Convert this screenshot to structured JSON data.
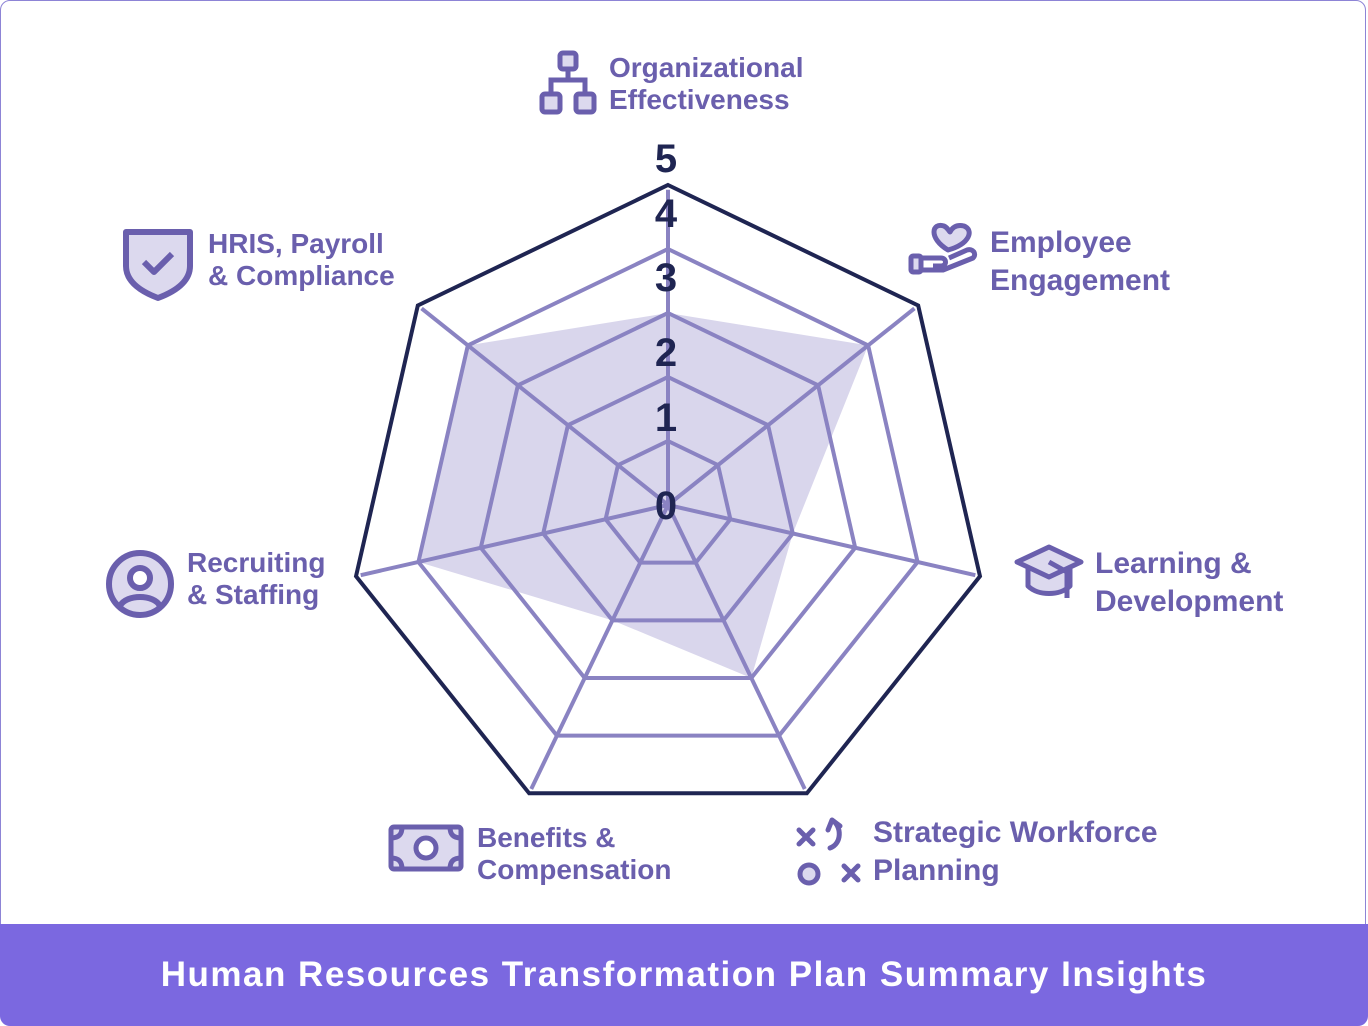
{
  "chart_data": {
    "type": "radar",
    "title": "Human Resources Transformation Plan Summary Insights",
    "axes": [
      "Organizational Effectiveness",
      "Employee Engagement",
      "Learning & Development",
      "Strategic Workforce Planning",
      "Benefits & Compensation",
      "Recruiting & Staffing",
      "HRIS, Payroll & Compliance"
    ],
    "values": [
      3,
      4,
      2,
      3,
      2,
      4,
      4
    ],
    "range": [
      0,
      5
    ],
    "ticks": [
      "0",
      "1",
      "2",
      "3",
      "4",
      "5"
    ],
    "colors": {
      "fill": "#d9d6ec",
      "grid": "#8a83c2",
      "outer": "#1f2552",
      "label": "#6a5fad",
      "footer": "#7b68e0"
    }
  },
  "labels": {
    "org": [
      "Organizational",
      "Effectiveness"
    ],
    "eng": [
      "Employee",
      "Engagement"
    ],
    "learn": [
      "Learning &",
      "Development"
    ],
    "swp": [
      "Strategic Workforce",
      "Planning"
    ],
    "ben": [
      "Benefits &",
      "Compensation"
    ],
    "rec": [
      "Recruiting",
      "& Staffing"
    ],
    "hris": [
      "HRIS, Payroll",
      "& Compliance"
    ]
  },
  "footer": "Human Resources Transformation Plan Summary Insights"
}
